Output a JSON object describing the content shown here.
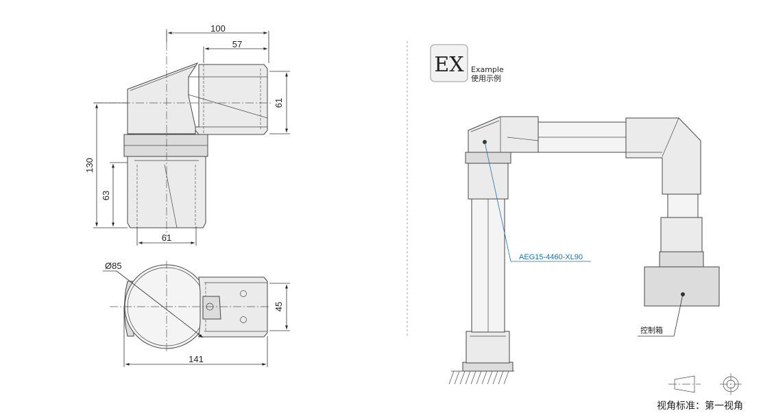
{
  "dimensions": {
    "d100": "100",
    "d57": "57",
    "d61_right": "61",
    "d130": "130",
    "d63": "63",
    "d61_bottom": "61",
    "dia85": "Ø85",
    "d45": "45",
    "d141": "141"
  },
  "example_badge": {
    "mark": "EX",
    "title": "Example",
    "subtitle": "使用示例"
  },
  "labels": {
    "part_number": "AEG15-4460-XL90",
    "control_box": "控制箱",
    "view_standard": "视角标准：第一视角"
  }
}
